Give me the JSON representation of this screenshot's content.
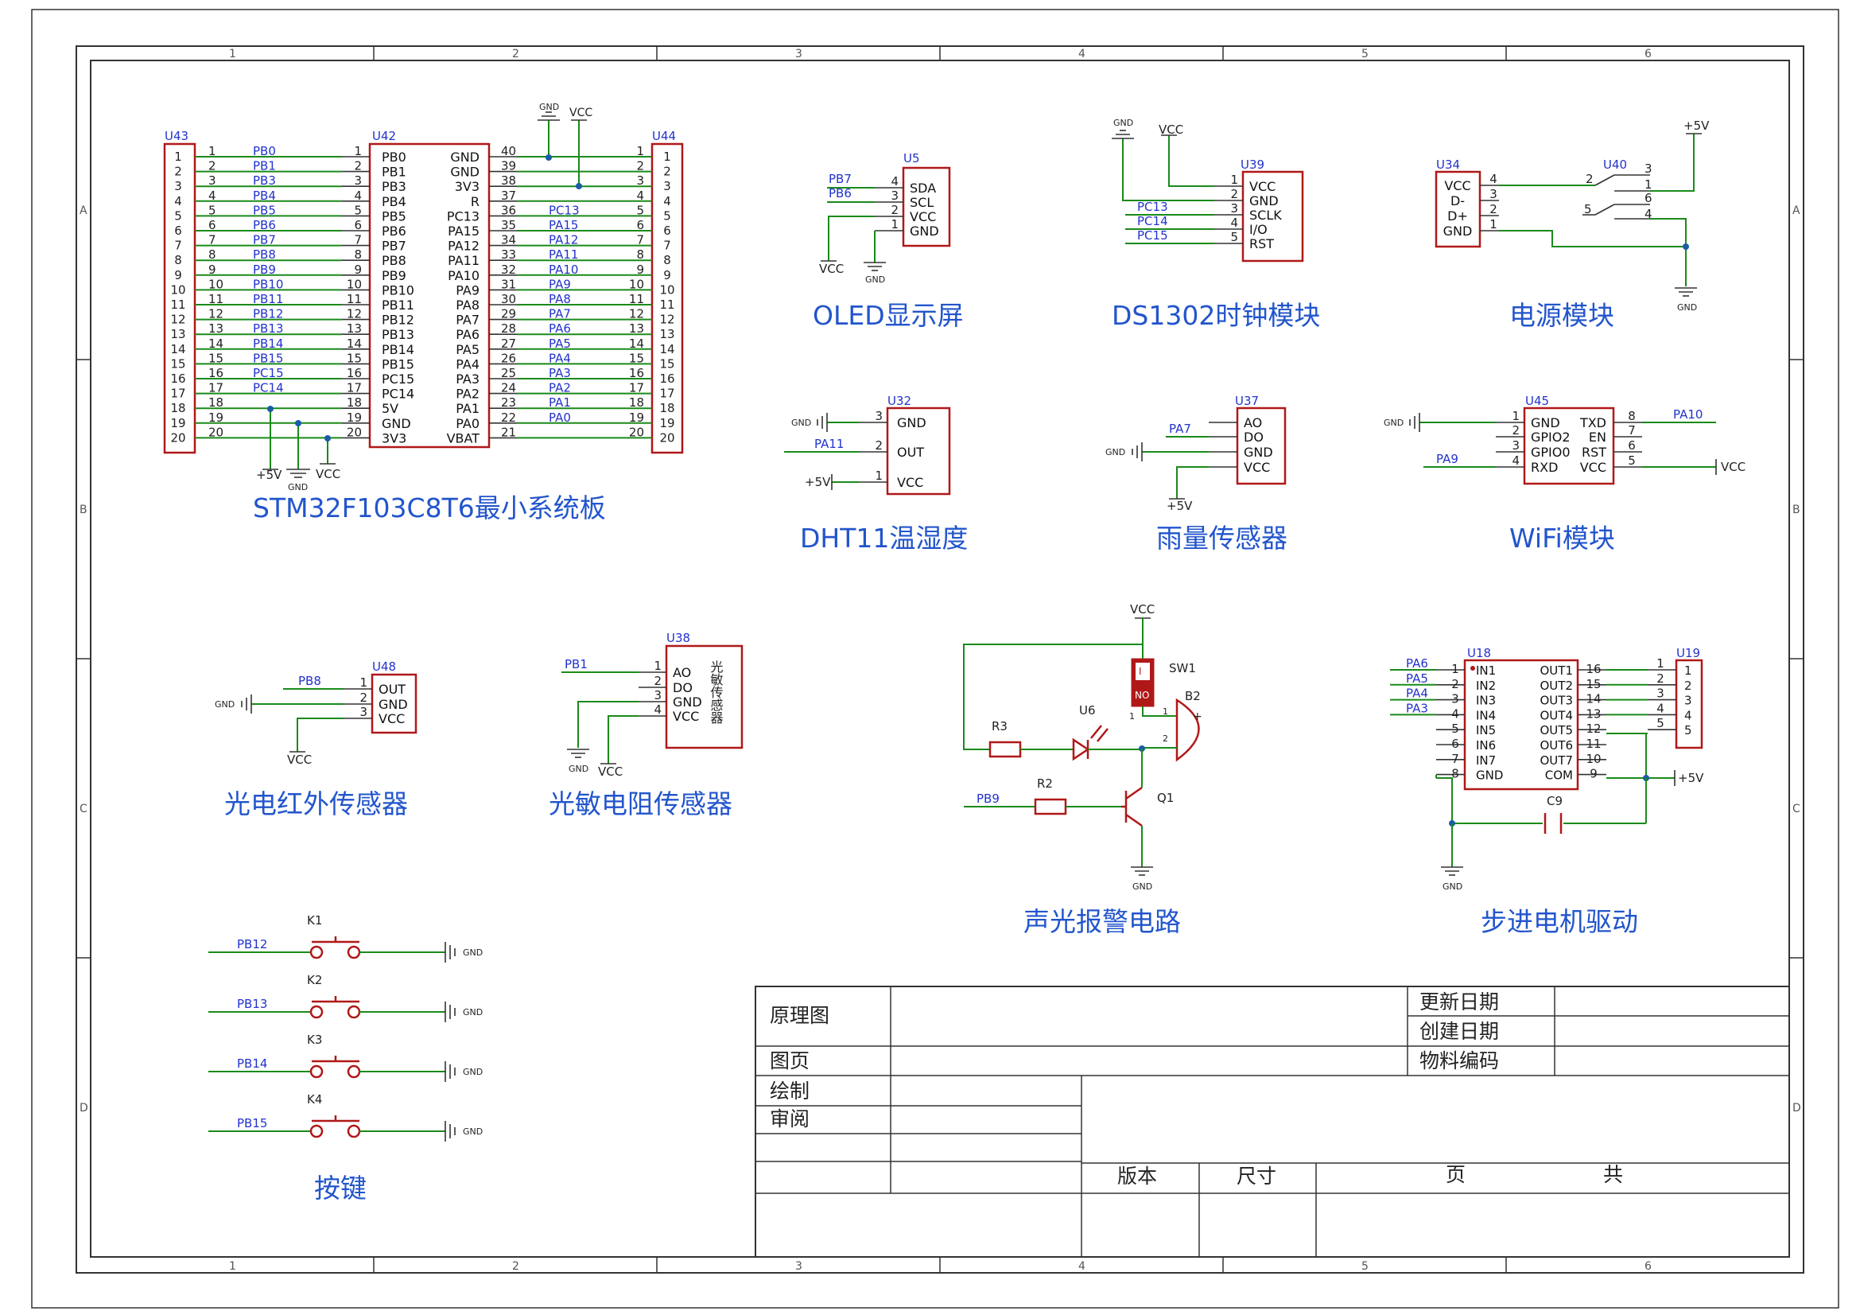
{
  "border": {
    "columns": [
      "1",
      "2",
      "3",
      "4",
      "5",
      "6"
    ],
    "rows": [
      "A",
      "B",
      "C",
      "D"
    ]
  },
  "titles": {
    "mcu": "STM32F103C8T6最小系统板",
    "oled": "OLED显示屏",
    "ds1302": "DS1302时钟模块",
    "power": "电源模块",
    "dht11": "DHT11温湿度",
    "rain": "雨量传感器",
    "wifi": "WiFi模块",
    "ir": "光电红外传感器",
    "ldr": "光敏电阻传感器",
    "alarm": "声光报警电路",
    "stepper": "步进电机驱动",
    "keys": "按键"
  },
  "mcu": {
    "u43": "U43",
    "u42": "U42",
    "u44": "U44",
    "left_names": [
      "PB0",
      "PB1",
      "PB3",
      "PB4",
      "PB5",
      "PB6",
      "PB7",
      "PB8",
      "PB9",
      "PB10",
      "PB11",
      "PB12",
      "PB13",
      "PB14",
      "PB15",
      "PC15",
      "PC14",
      "5V",
      "GND",
      "3V3"
    ],
    "left_nets": [
      "PB0",
      "PB1",
      "PB3",
      "PB4",
      "PB5",
      "PB6",
      "PB7",
      "PB8",
      "PB9",
      "PB10",
      "PB11",
      "PB12",
      "PB13",
      "PB14",
      "PB15",
      "PC15",
      "PC14",
      "",
      "",
      ""
    ],
    "right_names": [
      "GND",
      "GND",
      "3V3",
      "R",
      "PC13",
      "PA15",
      "PA12",
      "PA11",
      "PA10",
      "PA9",
      "PA8",
      "PA7",
      "PA6",
      "PA5",
      "PA4",
      "PA3",
      "PA2",
      "PA1",
      "PA0",
      "VBAT"
    ],
    "right_nums": [
      "40",
      "39",
      "38",
      "37",
      "36",
      "35",
      "34",
      "33",
      "32",
      "31",
      "30",
      "29",
      "28",
      "27",
      "26",
      "25",
      "24",
      "23",
      "22",
      "21"
    ],
    "right_nets": [
      "",
      "",
      "",
      "",
      "PC13",
      "PA15",
      "PA12",
      "PA11",
      "PA10",
      "PA9",
      "PA8",
      "PA7",
      "PA6",
      "PA5",
      "PA4",
      "PA3",
      "PA2",
      "PA1",
      "PA0",
      ""
    ],
    "left_nums": [
      "1",
      "2",
      "3",
      "4",
      "5",
      "6",
      "7",
      "8",
      "9",
      "10",
      "11",
      "12",
      "13",
      "14",
      "15",
      "16",
      "17",
      "18",
      "19",
      "20"
    ],
    "pwr_5v": "+5V",
    "pwr_gnd": "GND",
    "pwr_vcc": "VCC",
    "top_gnd": "GND",
    "top_vcc": "VCC"
  },
  "oled": {
    "des": "U5",
    "pins": [
      "SDA",
      "SCL",
      "VCC",
      "GND"
    ],
    "nums": [
      "4",
      "3",
      "2",
      "1"
    ],
    "nets": [
      "PB7",
      "PB6"
    ],
    "vcc": "VCC",
    "gnd": "GND"
  },
  "ds1302": {
    "des": "U39",
    "pins": [
      "VCC",
      "GND",
      "SCLK",
      "I/O",
      "RST"
    ],
    "nums": [
      "1",
      "2",
      "3",
      "4",
      "5"
    ],
    "nets": [
      "PC13",
      "PC14",
      "PC15"
    ],
    "gnd": "GND",
    "vcc": "VCC"
  },
  "power": {
    "u34": "U34",
    "u40": "U40",
    "pins": [
      "VCC",
      "D-",
      "D+",
      "GND"
    ],
    "nums": [
      "4",
      "3",
      "2",
      "1"
    ],
    "sw_nums": [
      "2",
      "3",
      "1",
      "5",
      "6",
      "4"
    ],
    "p5v": "+5V",
    "gnd": "GND"
  },
  "dht11": {
    "des": "U32",
    "pins": [
      "GND",
      "OUT",
      "VCC"
    ],
    "nums": [
      "3",
      "2",
      "1"
    ],
    "net": "PA11",
    "gnd": "GND",
    "p5v": "+5V"
  },
  "rain": {
    "des": "U37",
    "pins": [
      "AO",
      "DO",
      "GND",
      "VCC"
    ],
    "net": "PA7",
    "gnd": "GND",
    "p5v": "+5V"
  },
  "wifi": {
    "des": "U45",
    "lpins": [
      "GND",
      "GPIO2",
      "GPIO0",
      "RXD"
    ],
    "rpins": [
      "TXD",
      "EN",
      "RST",
      "VCC"
    ],
    "lnums": [
      "1",
      "2",
      "3",
      "4"
    ],
    "rnums": [
      "8",
      "7",
      "6",
      "5"
    ],
    "net_r": "PA10",
    "net_l": "PA9",
    "gnd": "GND",
    "vcc": "VCC"
  },
  "ir": {
    "des": "U48",
    "pins": [
      "OUT",
      "GND",
      "VCC"
    ],
    "nums": [
      "1",
      "2",
      "3"
    ],
    "net": "PB8",
    "gnd": "GND",
    "vcc": "VCC"
  },
  "ldr": {
    "des": "U38",
    "pins": [
      "AO",
      "DO",
      "GND",
      "VCC"
    ],
    "nums": [
      "1",
      "2",
      "3",
      "4"
    ],
    "net": "PB1",
    "label": "光敏传感器",
    "gnd": "GND",
    "vcc": "VCC"
  },
  "alarm": {
    "vcc": "VCC",
    "sw1": "SW1",
    "b2": "B2",
    "r3": "R3",
    "u6": "U6",
    "r2": "R2",
    "q1": "Q1",
    "net": "PB9",
    "gnd": "GND",
    "sw_on": "I",
    "sw_no": "NO",
    "plus": "+",
    "n1": "1",
    "n2": "2"
  },
  "stepper": {
    "u18": "U18",
    "u19": "U19",
    "c9": "C9",
    "in_pins": [
      "IN1",
      "IN2",
      "IN3",
      "IN4",
      "IN5",
      "IN6",
      "IN7",
      "GND"
    ],
    "out_pins": [
      "OUT1",
      "OUT2",
      "OUT3",
      "OUT4",
      "OUT5",
      "OUT6",
      "OUT7",
      "COM"
    ],
    "lnums": [
      "1",
      "2",
      "3",
      "4",
      "5",
      "6",
      "7",
      "8"
    ],
    "rnums": [
      "16",
      "15",
      "14",
      "13",
      "12",
      "11",
      "10",
      "9"
    ],
    "nets": [
      "PA6",
      "PA5",
      "PA4",
      "PA3"
    ],
    "conn_nums": [
      "1",
      "2",
      "3",
      "4",
      "5"
    ],
    "p5v": "+5V",
    "gnd": "GND"
  },
  "keys": {
    "items": [
      {
        "des": "K1",
        "net": "PB12"
      },
      {
        "des": "K2",
        "net": "PB13"
      },
      {
        "des": "K3",
        "net": "PB14"
      },
      {
        "des": "K4",
        "net": "PB15"
      }
    ],
    "gnd": "GND"
  },
  "title_block": {
    "schematic": "原理图",
    "update_date": "更新日期",
    "create_date": "创建日期",
    "material": "物料编码",
    "page": "图页",
    "drawn": "绘制",
    "review": "审阅",
    "version": "版本",
    "size": "尺寸",
    "page_of": "页",
    "total": "共"
  }
}
